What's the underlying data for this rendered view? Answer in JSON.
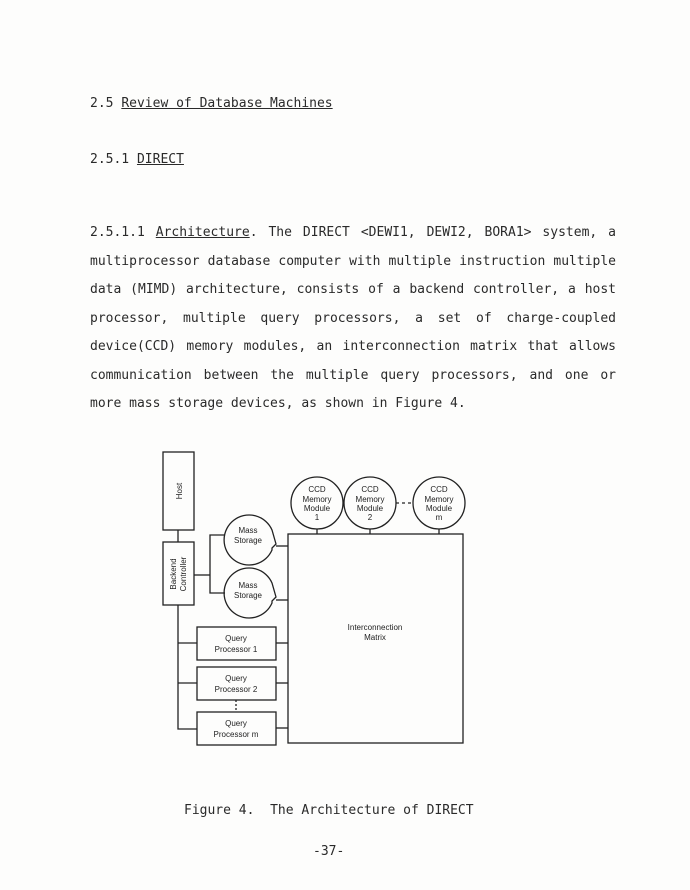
{
  "section": {
    "number": "2.5",
    "title": "Review of Database Machines"
  },
  "subsection": {
    "number": "2.5.1",
    "title": "DIRECT"
  },
  "subsubsection": {
    "number": "2.5.1.1",
    "title": "Architecture",
    "body": ". The DIRECT <DEWI1, DEWI2, BORA1> system, a multiprocessor database computer with multiple instruction multiple data (MIMD) architecture, consists of a backend controller, a host processor, multiple query processors, a set of charge-coupled device(CCD) memory modules, an interconnection matrix that allows communication between the multiple query processors, and one or more mass storage devices, as shown in Figure 4."
  },
  "figure": {
    "caption": "Figure 4.  The Architecture of DIRECT",
    "host": "Host",
    "backend": [
      "Backend",
      "Controller"
    ],
    "mass_storage": [
      [
        "Mass",
        "Storage"
      ],
      [
        "Mass",
        "Storage"
      ]
    ],
    "ccd": [
      [
        "CCD",
        "Memory",
        "Module",
        "1"
      ],
      [
        "CCD",
        "Memory",
        "Module",
        "2"
      ],
      [
        "CCD",
        "Memory",
        "Module",
        "m"
      ]
    ],
    "query": [
      [
        "Query",
        "Processor  1"
      ],
      [
        "Query",
        "Processor  2"
      ],
      [
        "Query",
        "Processor  m"
      ]
    ],
    "matrix": [
      "Interconnection",
      "Matrix"
    ]
  },
  "page_number": "-37-"
}
